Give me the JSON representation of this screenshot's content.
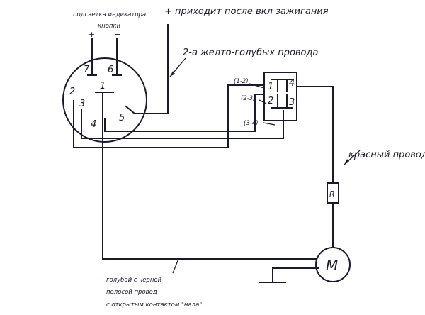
{
  "labels": {
    "indicator_line1": "подсветка индикатора",
    "indicator_line2": "кнопки",
    "plus": "+",
    "minus": "−",
    "ignition": "+ приходит после вкл зажигания",
    "two_wires": "2-а желто-голубых провода",
    "pair_12": "(1-2)",
    "pair_23": "(2-3)",
    "pair_34": "(3-4)",
    "red_wire": "красный провод",
    "resistor": "R",
    "motor": "M",
    "blue_line1": "голубой с черной",
    "blue_line2": "полосой провод",
    "blue_line3": "с открытым контактом \"нала\""
  },
  "switch_pins": [
    "1",
    "2",
    "3",
    "4",
    "5",
    "6",
    "7"
  ],
  "relay_pins": [
    "1",
    "2",
    "3",
    "4"
  ],
  "colors": {
    "ink": "#1a1a2e",
    "background": "#ffffff"
  }
}
